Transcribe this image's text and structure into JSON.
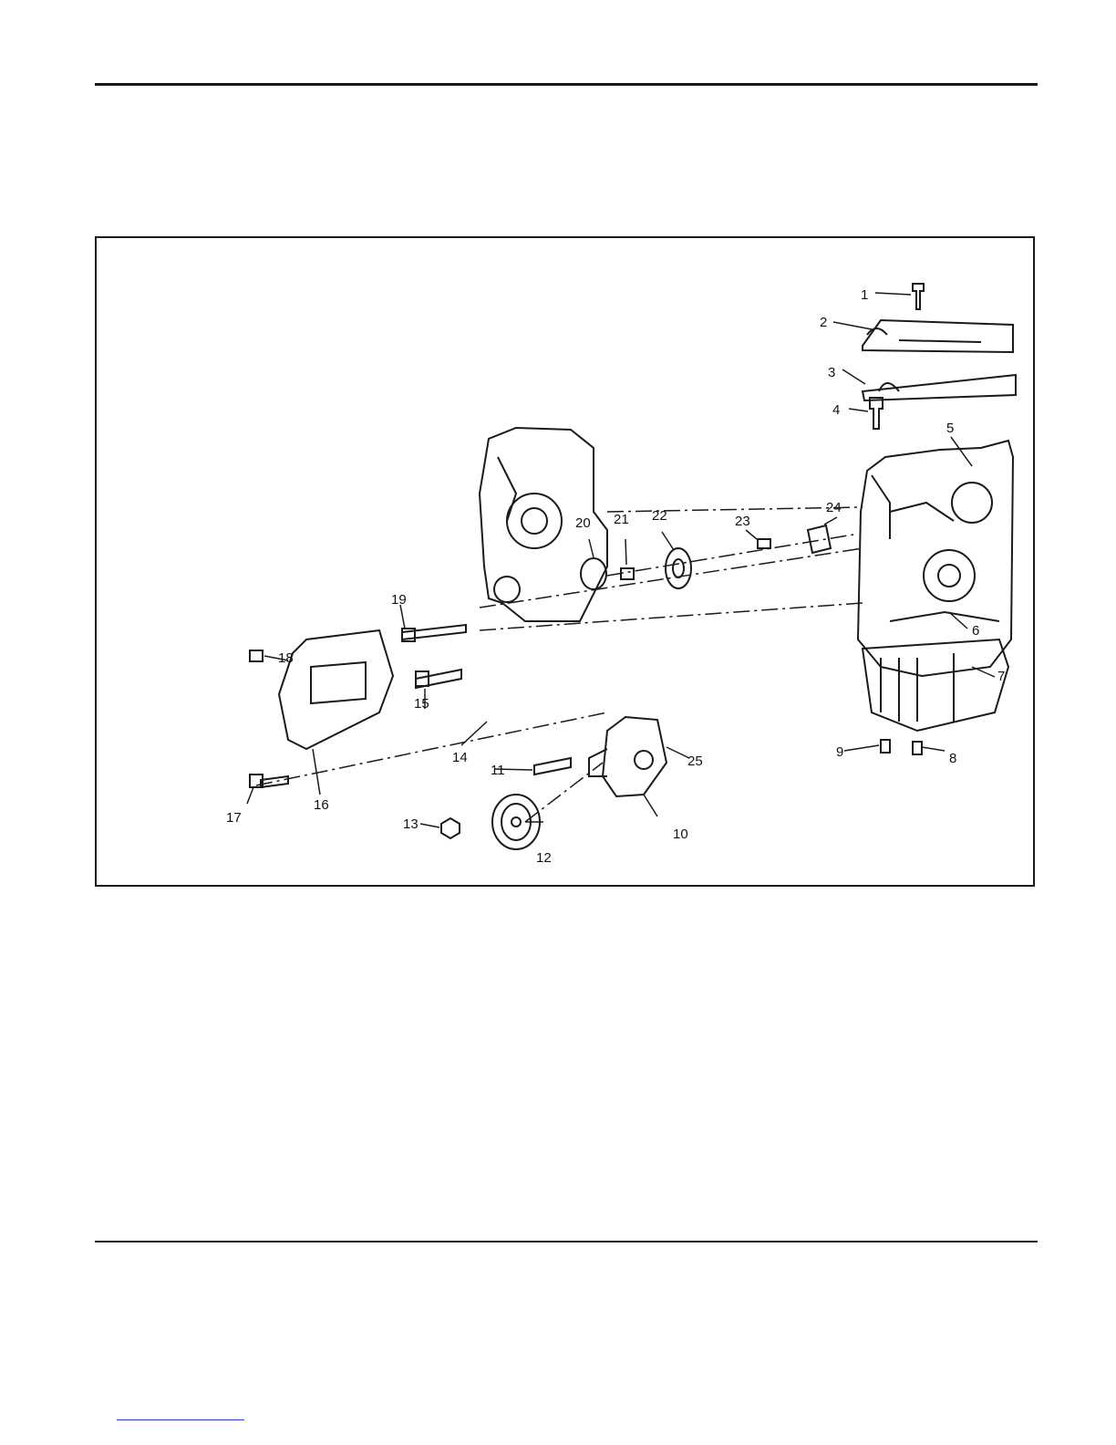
{
  "figure": {
    "callouts": [
      "1",
      "2",
      "3",
      "4",
      "5",
      "6",
      "7",
      "8",
      "9",
      "10",
      "11",
      "12",
      "13",
      "14",
      "15",
      "16",
      "17",
      "18",
      "19",
      "20",
      "21",
      "22",
      "23",
      "24",
      "25"
    ]
  }
}
